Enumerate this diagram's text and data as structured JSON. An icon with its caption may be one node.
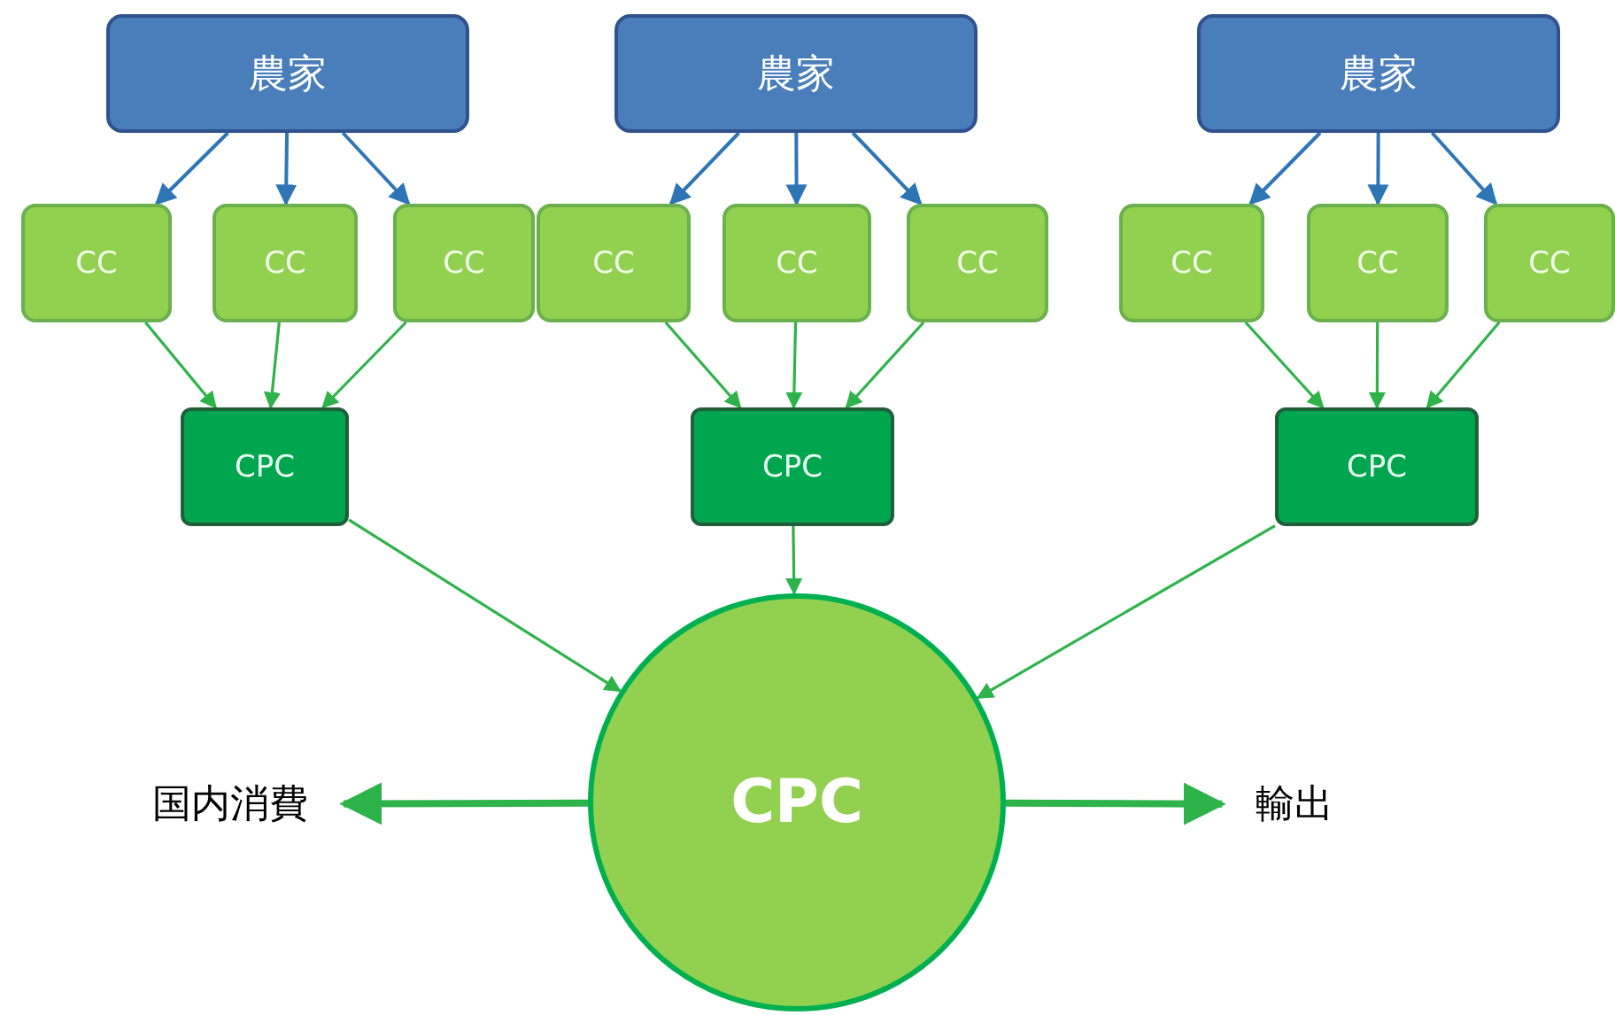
{
  "diagram": {
    "nodes": [
      {
        "text": [
          "農家"
        ]
      },
      {
        "text": [
          "農家"
        ]
      },
      {
        "text": [
          "農家"
        ]
      },
      {
        "text": [
          "CC"
        ]
      },
      {
        "text": [
          "CC"
        ]
      },
      {
        "text": [
          "CC"
        ]
      },
      {
        "text": [
          "CC"
        ]
      },
      {
        "text": [
          "CC"
        ]
      },
      {
        "text": [
          "CC"
        ]
      },
      {
        "text": [
          "CC"
        ]
      },
      {
        "text": [
          "CC"
        ]
      },
      {
        "text": [
          "CC"
        ]
      },
      {
        "text": [
          "CPC"
        ]
      },
      {
        "text": [
          "CPC"
        ]
      },
      {
        "text": [
          "CPC"
        ]
      },
      {
        "text": [
          "CPC"
        ]
      },
      {
        "text": [
          "国内消費"
        ]
      },
      {
        "text": [
          "輸出"
        ]
      }
    ],
    "edges": [
      {
        "from": 0,
        "to": 3,
        "arrow": "to",
        "color": "#2e75b6"
      },
      {
        "from": 0,
        "to": 4,
        "arrow": "to",
        "color": "#2e75b6"
      },
      {
        "from": 0,
        "to": 5,
        "arrow": "to",
        "color": "#2e75b6"
      },
      {
        "from": 1,
        "to": 6,
        "arrow": "to",
        "color": "#2e75b6"
      },
      {
        "from": 1,
        "to": 7,
        "arrow": "to",
        "color": "#2e75b6"
      },
      {
        "from": 1,
        "to": 8,
        "arrow": "to",
        "color": "#2e75b6"
      },
      {
        "from": 2,
        "to": 9,
        "arrow": "to",
        "color": "#2e75b6"
      },
      {
        "from": 2,
        "to": 10,
        "arrow": "to",
        "color": "#2e75b6"
      },
      {
        "from": 2,
        "to": 11,
        "arrow": "to",
        "color": "#2e75b6"
      },
      {
        "from": 3,
        "to": 12,
        "arrow": "to"
      },
      {
        "from": 4,
        "to": 12,
        "arrow": "to"
      },
      {
        "from": 5,
        "to": 12,
        "arrow": "to"
      },
      {
        "from": 6,
        "to": 13,
        "arrow": "to"
      },
      {
        "from": 7,
        "to": 13,
        "arrow": "to"
      },
      {
        "from": 8,
        "to": 13,
        "arrow": "to"
      },
      {
        "from": 9,
        "to": 14,
        "arrow": "to"
      },
      {
        "from": 10,
        "to": 14,
        "arrow": "to"
      },
      {
        "from": 11,
        "to": 14,
        "arrow": "to"
      },
      {
        "from": 12,
        "to": 15,
        "arrow": "to"
      },
      {
        "from": 13,
        "to": 15,
        "arrow": "to"
      },
      {
        "from": 14,
        "to": 15,
        "arrow": "to"
      },
      {
        "from": 15,
        "to": 16,
        "arrow": "to",
        "style": "thick"
      },
      {
        "from": 15,
        "to": 17,
        "arrow": "to",
        "style": "thick"
      }
    ]
  }
}
